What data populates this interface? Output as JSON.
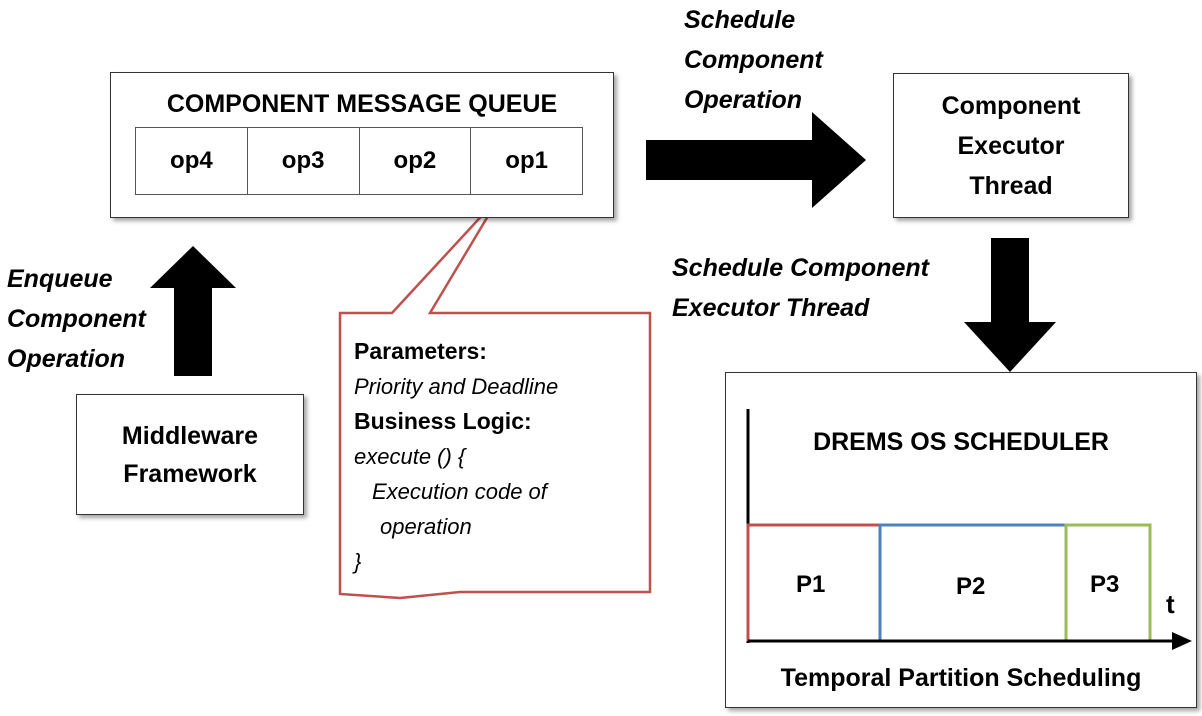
{
  "queue": {
    "title": "COMPONENT MESSAGE QUEUE",
    "slots": [
      "op4",
      "op3",
      "op2",
      "op1"
    ]
  },
  "executor": {
    "line1": "Component",
    "line2": "Executor",
    "line3": "Thread"
  },
  "middleware": {
    "line1": "Middleware",
    "line2": "Framework"
  },
  "labels": {
    "schedule_op": [
      "Schedule",
      "Component",
      "Operation"
    ],
    "schedule_thread": [
      "Schedule Component",
      "Executor Thread"
    ],
    "enqueue": [
      "Enqueue",
      "Component",
      "Operation"
    ]
  },
  "callout": {
    "parameters_heading": "Parameters:",
    "parameters_value": "Priority and Deadline",
    "logic_heading": "Business Logic:",
    "code_line1": "execute () {",
    "code_line2": "Execution code of",
    "code_line3": "operation",
    "code_line4": "}"
  },
  "scheduler": {
    "title": "DREMS OS SCHEDULER",
    "footer": "Temporal Partition Scheduling",
    "axis_label": "t",
    "partitions": [
      {
        "label": "P1",
        "color": "#c0504d"
      },
      {
        "label": "P2",
        "color": "#4f81bd"
      },
      {
        "label": "P3",
        "color": "#9bbb59"
      }
    ]
  },
  "colors": {
    "callout_border": "#c0504d",
    "arrow": "#000000"
  }
}
